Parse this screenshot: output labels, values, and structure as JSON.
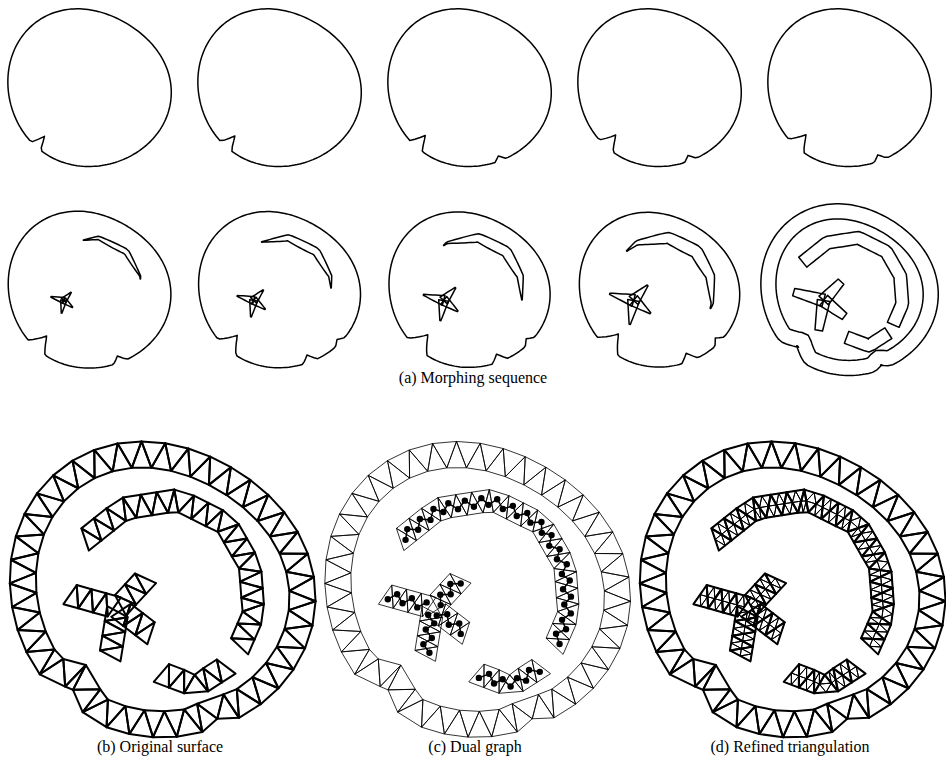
{
  "diagram": {
    "labels": [
      "(a) Morphing sequence",
      "(b) Original surface",
      "(c) Dual graph",
      "(d) Refined triangulation"
    ]
  }
}
